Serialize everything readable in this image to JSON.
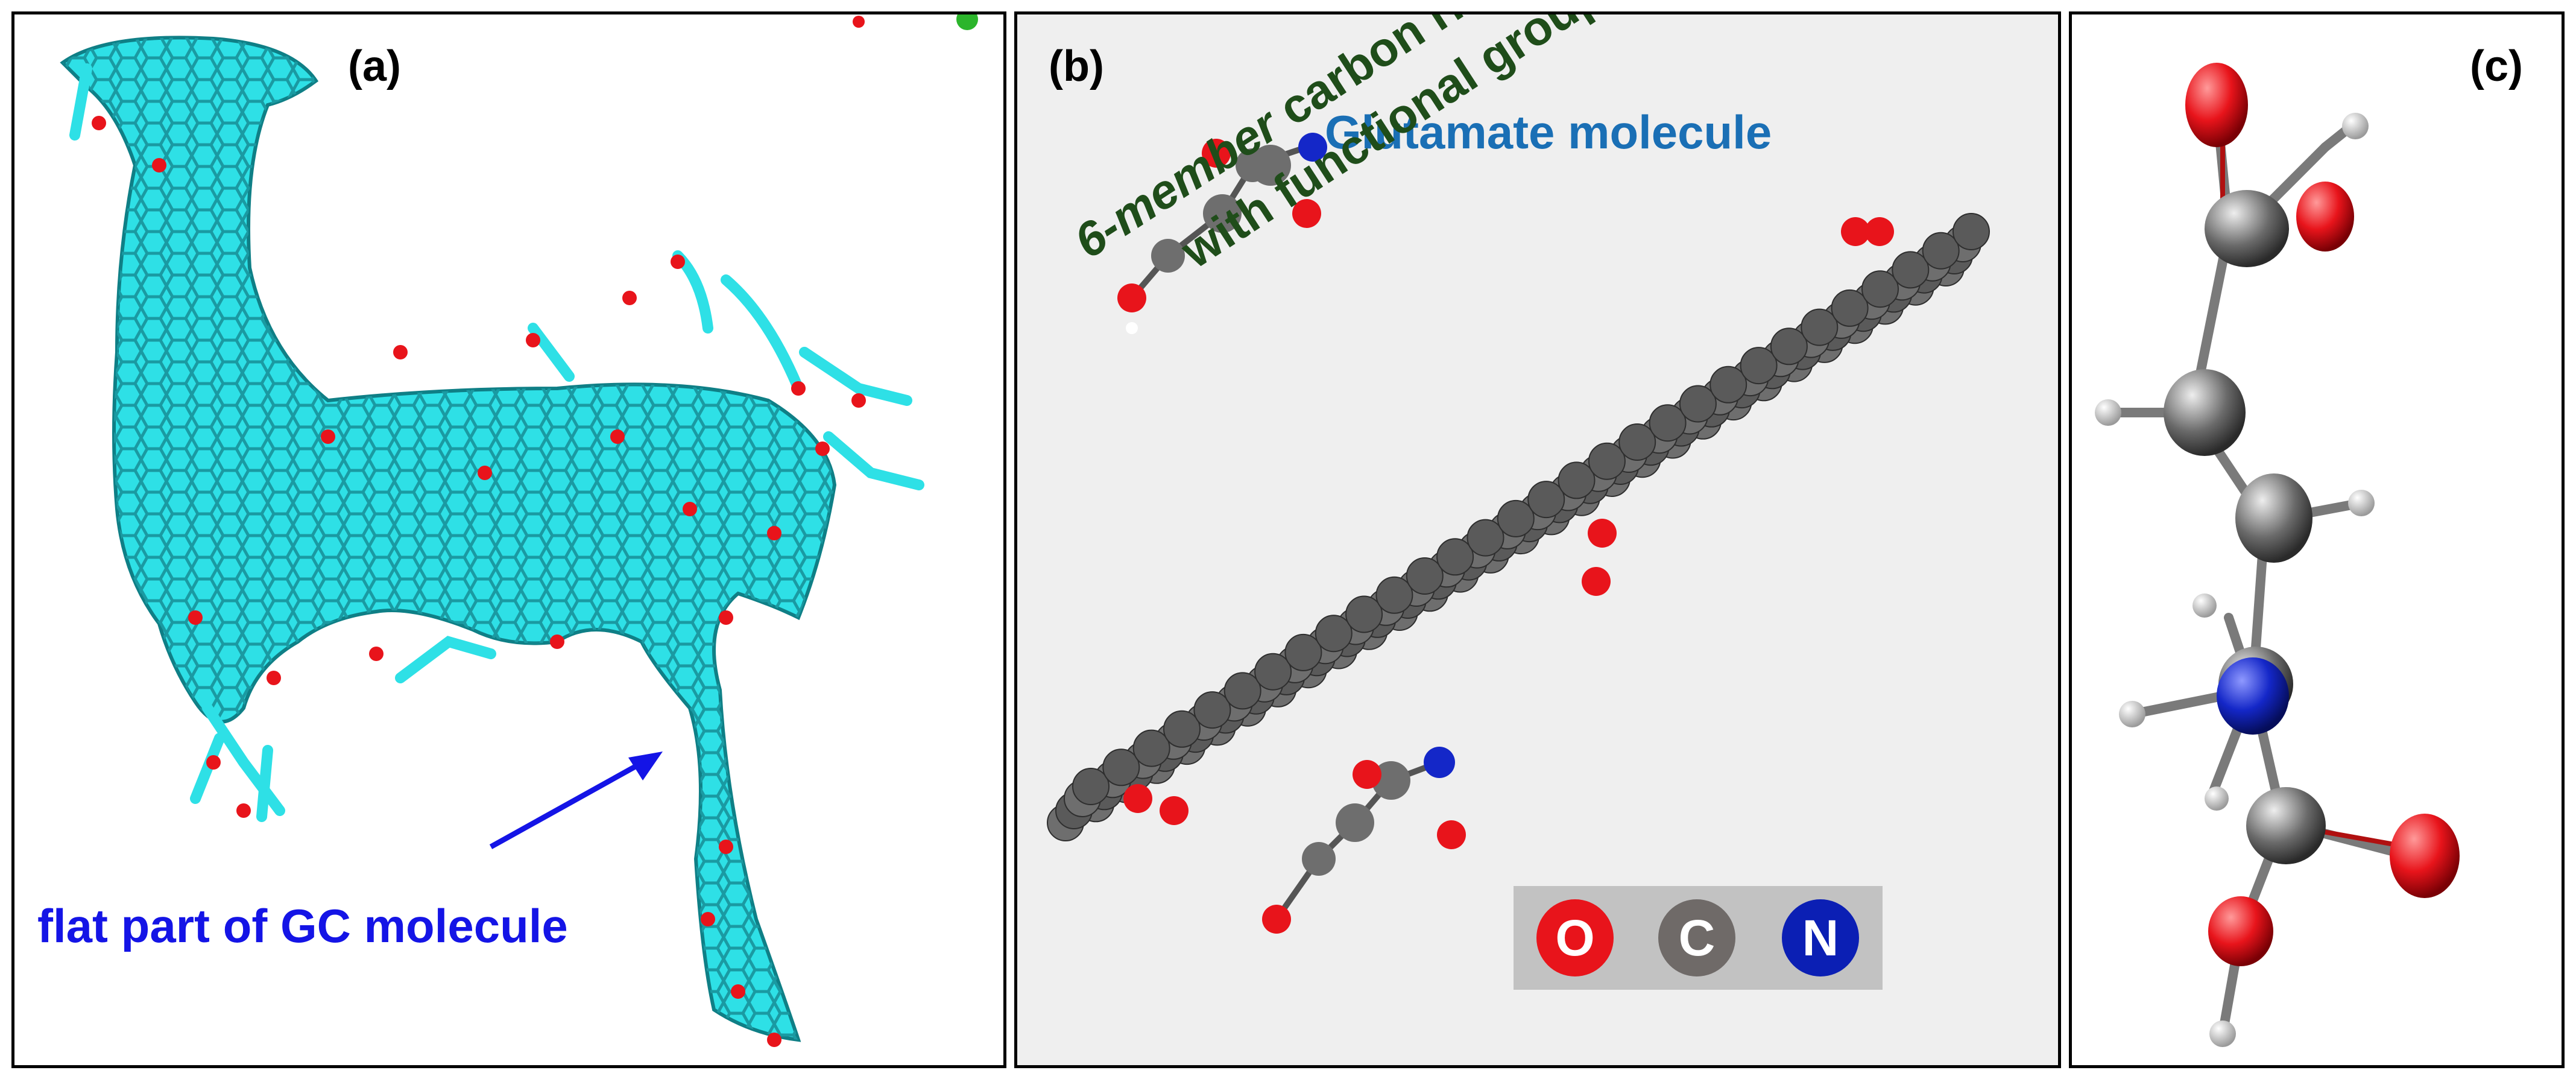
{
  "panels": {
    "a": {
      "label": "(a)",
      "annotation": "flat part of GC molecule"
    },
    "b": {
      "label": "(b)",
      "molecule_label": "Glutamate molecule",
      "rings_label_italic": "6-member",
      "rings_label_rest": " carbon rings",
      "rings_label_line2": "with functional groups",
      "legend": [
        {
          "symbol": "O",
          "color": "#e8141b"
        },
        {
          "symbol": "C",
          "color": "#6f6a68"
        },
        {
          "symbol": "N",
          "color": "#0b1fb4"
        }
      ]
    },
    "c": {
      "label": "(c)"
    }
  },
  "colors": {
    "graphene": "#2ee0e6",
    "oxygen": "#e8141b",
    "carbon": "#555555",
    "nitrogen": "#1427c8",
    "hydrogen": "#ffffff",
    "annotation_blue": "#1414e6",
    "molecule_label_blue": "#1a6fb5",
    "rings_label_green": "#1f4d1a"
  }
}
